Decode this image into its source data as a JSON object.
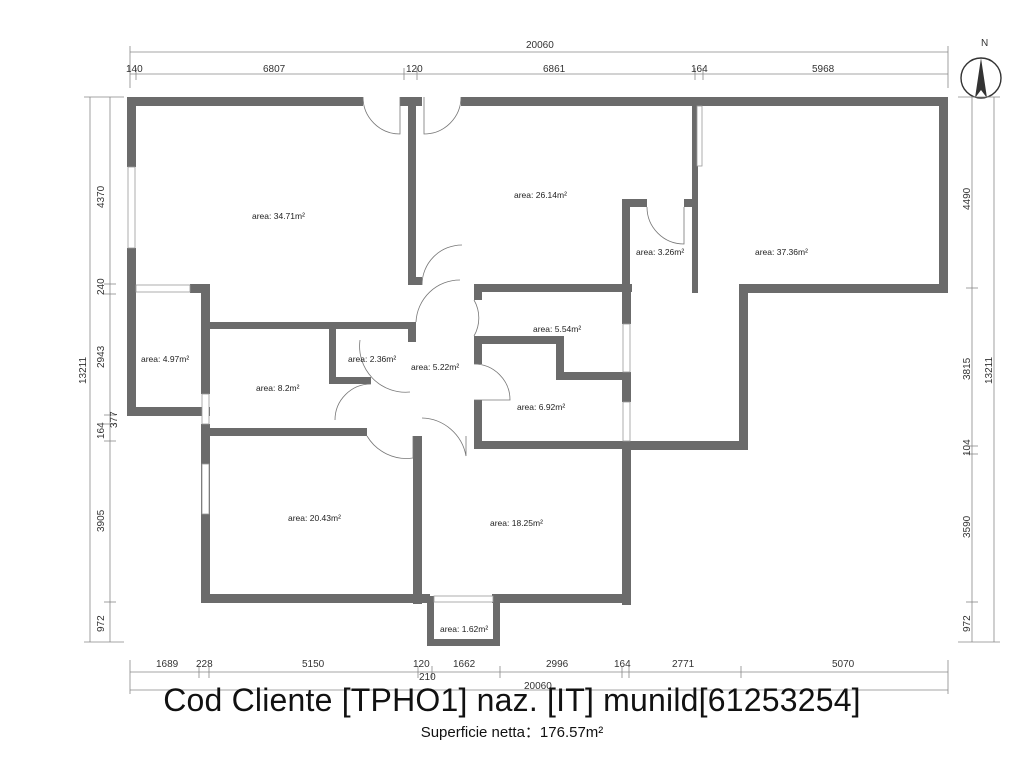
{
  "compass": {
    "label": "N",
    "icon": "north-arrow-icon"
  },
  "dimensions": {
    "top_total": "20060",
    "top": [
      "140",
      "6807",
      "120",
      "6861",
      "164",
      "5968"
    ],
    "bottom": [
      "1689",
      "228",
      "5150",
      "120",
      "1662",
      "2996",
      "164",
      "2771",
      "5070"
    ],
    "bottom_extra": "210",
    "bottom_total": "20060",
    "left_total": "13211",
    "left": [
      "4370",
      "240",
      "2943",
      "377",
      "164",
      "3905",
      "972"
    ],
    "right_total": "13211",
    "right": [
      "4490",
      "3815",
      "104",
      "3590",
      "972"
    ]
  },
  "rooms": [
    "area: 34.71m²",
    "area: 26.14m²",
    "area: 3.26m²",
    "area: 37.36m²",
    "area: 4.97m²",
    "area: 5.54m²",
    "area: 2.36m²",
    "area: 5.22m²",
    "area: 8.2m²",
    "area: 6.92m²",
    "area: 20.43m²",
    "area: 18.25m²",
    "area: 1.62m²"
  ],
  "footer": {
    "title": "Cod Cliente [TPHO1] naz. [IT] munild[61253254]",
    "subtitle": "Superficie netta：176.57m²"
  },
  "colors": {
    "wall": "#6b6b6b",
    "dimension": "#888888",
    "text": "#222222"
  }
}
